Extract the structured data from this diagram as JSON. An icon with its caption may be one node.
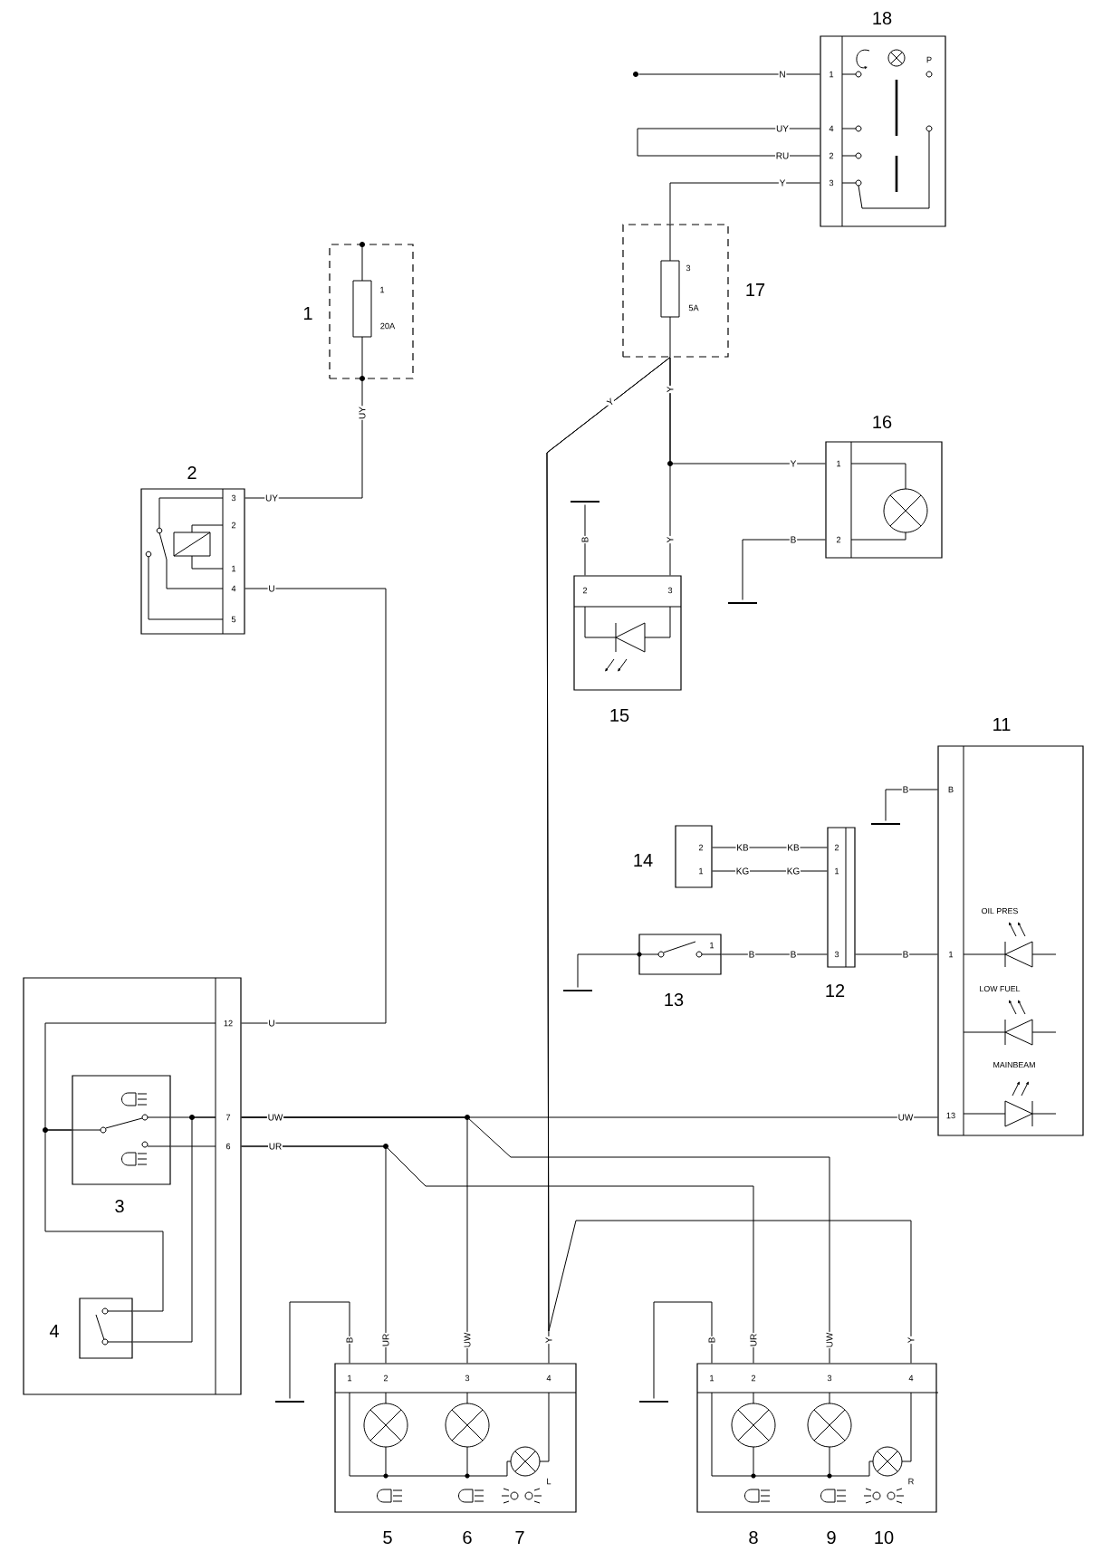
{
  "diagram": {
    "nodes": [
      {
        "text": [
          "1",
          "20A"
        ],
        "beside": [
          "1"
        ]
      },
      {
        "text": [
          "3",
          "2",
          "1",
          "4",
          "5"
        ],
        "beside": [
          "2"
        ]
      },
      {
        "text": [
          "1",
          "4",
          "2",
          "3",
          "P"
        ],
        "beside": [
          "18"
        ]
      },
      {
        "text": [
          "3",
          "5A"
        ],
        "beside": [
          "17"
        ]
      },
      {
        "text": [
          "1",
          "2"
        ],
        "beside": [
          "16"
        ]
      },
      {
        "text": [
          "2",
          "3"
        ],
        "beside": [
          "15"
        ]
      },
      {
        "text": [
          "B",
          "1",
          "13",
          "OIL PRES",
          "LOW FUEL",
          "MAINBEAM"
        ],
        "beside": [
          "11"
        ]
      },
      {
        "text": [
          "2",
          "1"
        ],
        "beside": [
          "14"
        ]
      },
      {
        "text": [
          "2",
          "1",
          "3"
        ],
        "beside": [
          "12"
        ]
      },
      {
        "text": [
          "1"
        ],
        "beside": [
          "13"
        ]
      },
      {
        "text": [
          "12",
          "7",
          "6"
        ]
      },
      {
        "text": [],
        "shape": "box",
        "in": 10,
        "beside": [
          "3"
        ]
      },
      {
        "text": [],
        "shape": "box",
        "in": 10,
        "beside": [
          "4"
        ]
      },
      {
        "text": [
          "1",
          "2",
          "3",
          "4",
          "L"
        ],
        "beside": [
          "5",
          "6",
          "7"
        ]
      },
      {
        "text": [
          "1",
          "2",
          "3",
          "4",
          "R"
        ],
        "beside": [
          "8",
          "9",
          "10"
        ]
      },
      {
        "text": [],
        "shape": "ground"
      },
      {
        "text": [],
        "shape": "ground"
      },
      {
        "text": [],
        "shape": "ground"
      },
      {
        "text": [],
        "shape": "ground"
      },
      {
        "text": [],
        "shape": "ground"
      },
      {
        "text": [],
        "shape": "ground"
      },
      {
        "text": [],
        "shape": "dot"
      }
    ],
    "edges": [
      {
        "from": 0,
        "to": 1,
        "arrow": "none",
        "label": "UY"
      },
      {
        "from": 21,
        "to": 2,
        "arrow": "none",
        "label": "N"
      },
      {
        "from": 2,
        "to": 2,
        "arrow": "none",
        "label": "UY"
      },
      {
        "from": 2,
        "to": 3,
        "arrow": "none",
        "label": "Y"
      },
      {
        "from": 3,
        "to": 4,
        "arrow": "none",
        "label": "Y"
      },
      {
        "from": 3,
        "to": 5,
        "arrow": "none",
        "label": "Y"
      },
      {
        "from": 3,
        "to": 13,
        "arrow": "none",
        "label": "Y"
      },
      {
        "from": 3,
        "to": 14,
        "arrow": "none",
        "label": "Y"
      },
      {
        "from": 7,
        "to": 8,
        "arrow": "none",
        "label": "KB"
      },
      {
        "from": 7,
        "to": 8,
        "arrow": "none",
        "label": "KG"
      },
      {
        "from": 9,
        "to": 8,
        "arrow": "none",
        "label": "B"
      },
      {
        "from": 8,
        "to": 6,
        "arrow": "none",
        "label": "B"
      },
      {
        "from": 1,
        "to": 10,
        "arrow": "none",
        "label": "U"
      },
      {
        "from": 10,
        "to": 6,
        "arrow": "none",
        "label": "UW"
      },
      {
        "from": 10,
        "to": 13,
        "arrow": "none",
        "label": "UW"
      },
      {
        "from": 10,
        "to": 14,
        "arrow": "none",
        "label": "UW"
      },
      {
        "from": 10,
        "to": 13,
        "arrow": "none",
        "label": "UR"
      },
      {
        "from": 10,
        "to": 14,
        "arrow": "none",
        "label": "UR"
      },
      {
        "from": 10,
        "to": 11,
        "arrow": "none"
      },
      {
        "from": 11,
        "to": 10,
        "arrow": "none"
      },
      {
        "from": 11,
        "to": 10,
        "arrow": "none"
      },
      {
        "from": 11,
        "to": 12,
        "arrow": "none"
      },
      {
        "from": 12,
        "to": 10,
        "arrow": "none"
      },
      {
        "from": 5,
        "to": 15,
        "arrow": "none",
        "label": "B"
      },
      {
        "from": 4,
        "to": 16,
        "arrow": "none",
        "label": "B"
      },
      {
        "from": 6,
        "to": 17,
        "arrow": "none",
        "label": "B"
      },
      {
        "from": 9,
        "to": 18,
        "arrow": "none"
      },
      {
        "from": 13,
        "to": 19,
        "arrow": "none",
        "label": "B"
      },
      {
        "from": 14,
        "to": 20,
        "arrow": "none",
        "label": "B"
      }
    ],
    "labels": [
      "RU",
      "Y",
      "UY",
      "KB",
      "KG",
      "B",
      "U",
      "UW",
      "UR",
      "Y"
    ]
  }
}
